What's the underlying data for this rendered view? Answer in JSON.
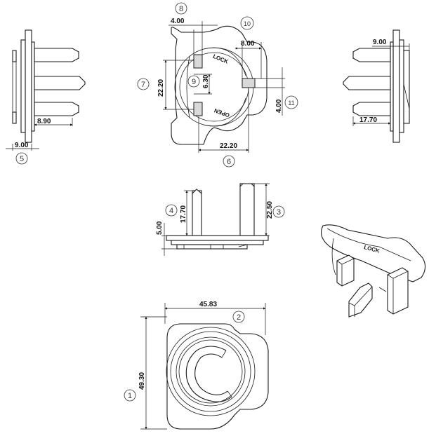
{
  "dimensions": {
    "d_4_00_top": "4.00",
    "d_8_00": "8.00",
    "d_22_20_v": "22.20",
    "d_6_30": "6.30",
    "d_4_00_right": "4.00",
    "d_22_20_h": "22.20",
    "d_8_90": "8.90",
    "d_9_00_left": "9.00",
    "d_9_00_right": "9.00",
    "d_17_70_right": "17.70",
    "d_5_00": "5.00",
    "d_17_70_mid": "17.70",
    "d_22_50": "22.50",
    "d_45_83": "45.83",
    "d_49_30": "49.30"
  },
  "callouts": {
    "c1": "1",
    "c2": "2",
    "c3": "3",
    "c4": "4",
    "c5": "5",
    "c6": "6",
    "c7": "7",
    "c8": "8",
    "c9": "9",
    "c10": "10",
    "c11": "11"
  },
  "labels": {
    "lock": "LOCK",
    "open": "OPEN"
  }
}
